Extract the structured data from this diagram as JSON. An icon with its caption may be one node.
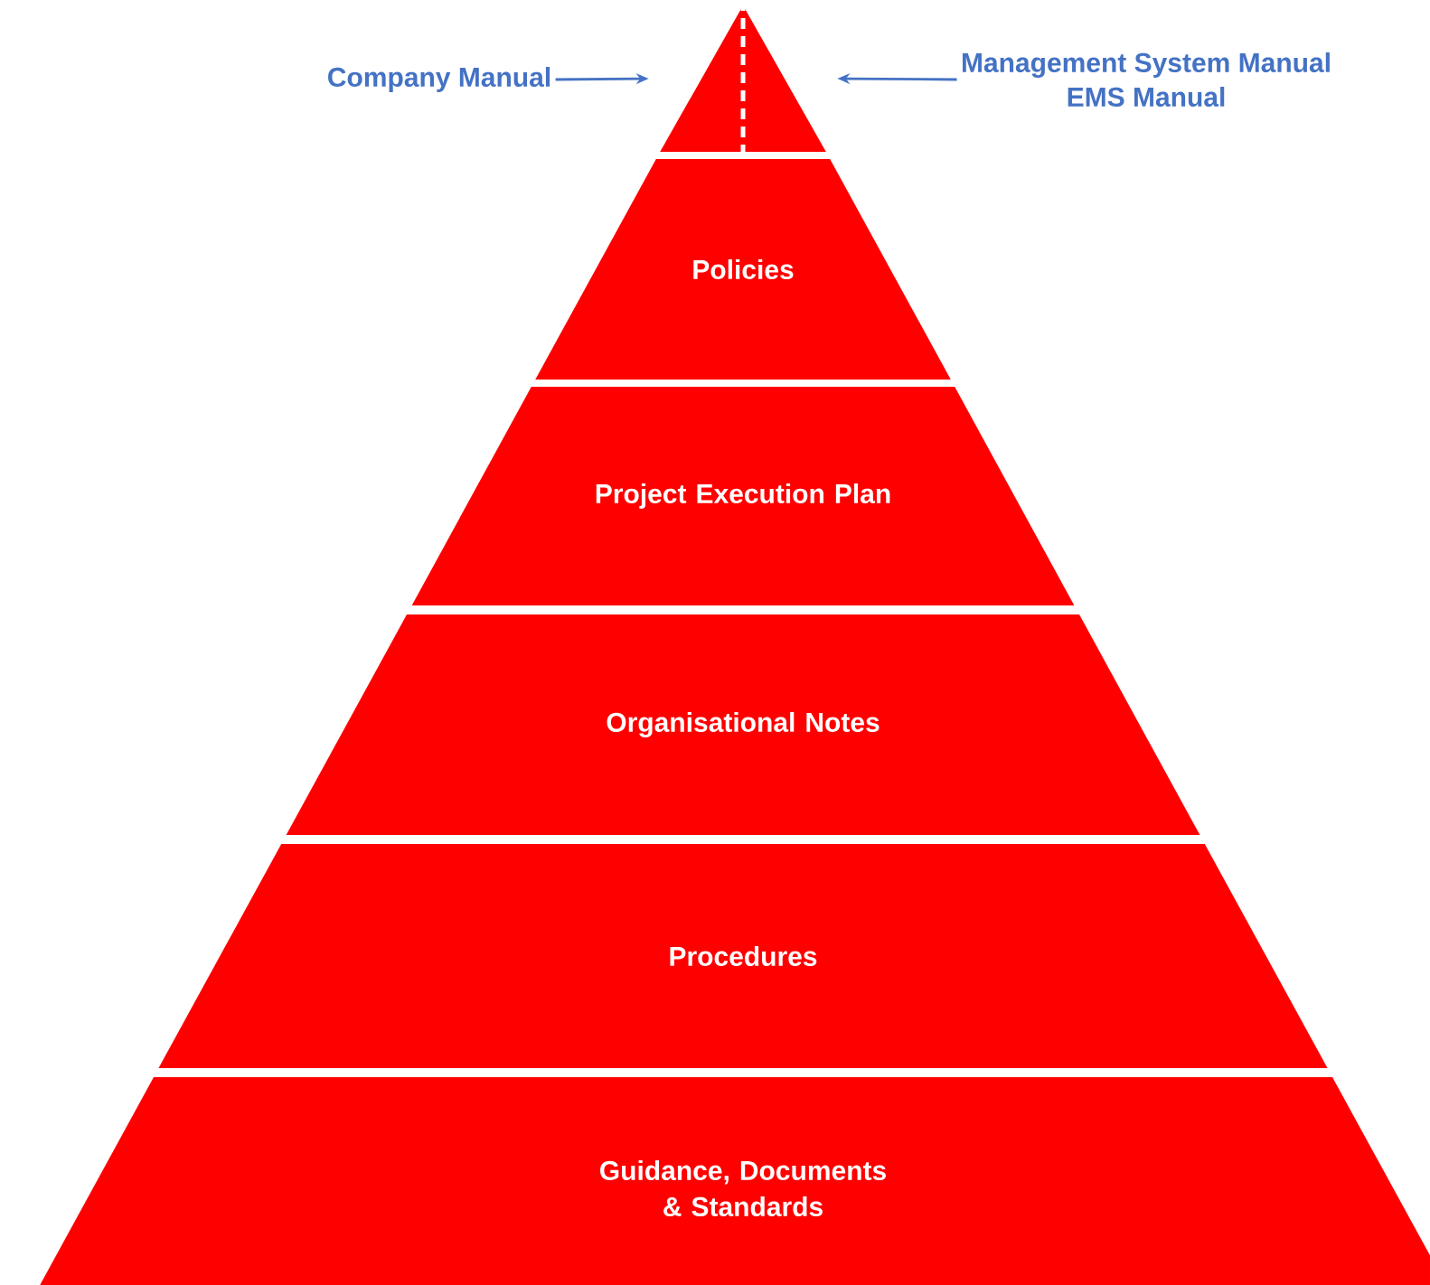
{
  "diagram": {
    "nodes": [
      {
        "text": [],
        "shape": "triangle"
      },
      {
        "text": [],
        "shape": "triangle"
      },
      {
        "text": [
          "Policies"
        ]
      },
      {
        "text": [
          "Project Execution Plan"
        ]
      },
      {
        "text": [
          "Organisational Notes"
        ]
      },
      {
        "text": [
          "Procedures"
        ]
      },
      {
        "text": [
          "Guidance, Documents & Standards"
        ]
      },
      {
        "text": [
          "Company Manual"
        ]
      },
      {
        "text": [
          "Management System Manual",
          "EMS Manual"
        ]
      }
    ],
    "edges": [
      {
        "from": 7,
        "to": 0,
        "arrow": "to"
      },
      {
        "from": 8,
        "to": 1,
        "arrow": "to"
      }
    ]
  }
}
